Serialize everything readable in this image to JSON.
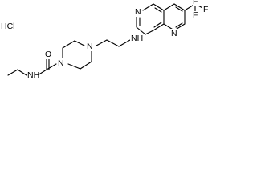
{
  "structure": {
    "salt_label": "HCl",
    "atom_labels": {
      "amide_nh": "NH",
      "carbonyl_o": "O",
      "piperazine_n1": "N",
      "piperazine_n4": "N",
      "linker_nh": "NH",
      "ring_n_left": "N",
      "ring_n_right": "N",
      "f_top": "F",
      "f_right": "F",
      "f_bottom": "F"
    }
  },
  "colors": {
    "bond": "#000000",
    "text": "#000000",
    "background": "#ffffff"
  }
}
